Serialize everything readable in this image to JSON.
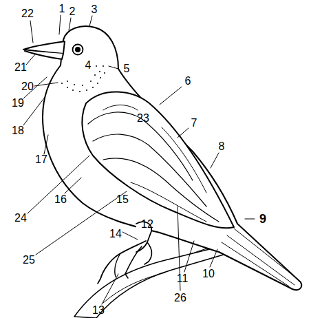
{
  "diagram": {
    "labels": [
      "22",
      "1",
      "2",
      "3",
      "4",
      "5",
      "21",
      "20",
      "19",
      "6",
      "18",
      "23",
      "7",
      "17",
      "24",
      "8",
      "16",
      "15",
      "25",
      "12",
      "9",
      "14",
      "10",
      "11",
      "26",
      "13"
    ]
  }
}
